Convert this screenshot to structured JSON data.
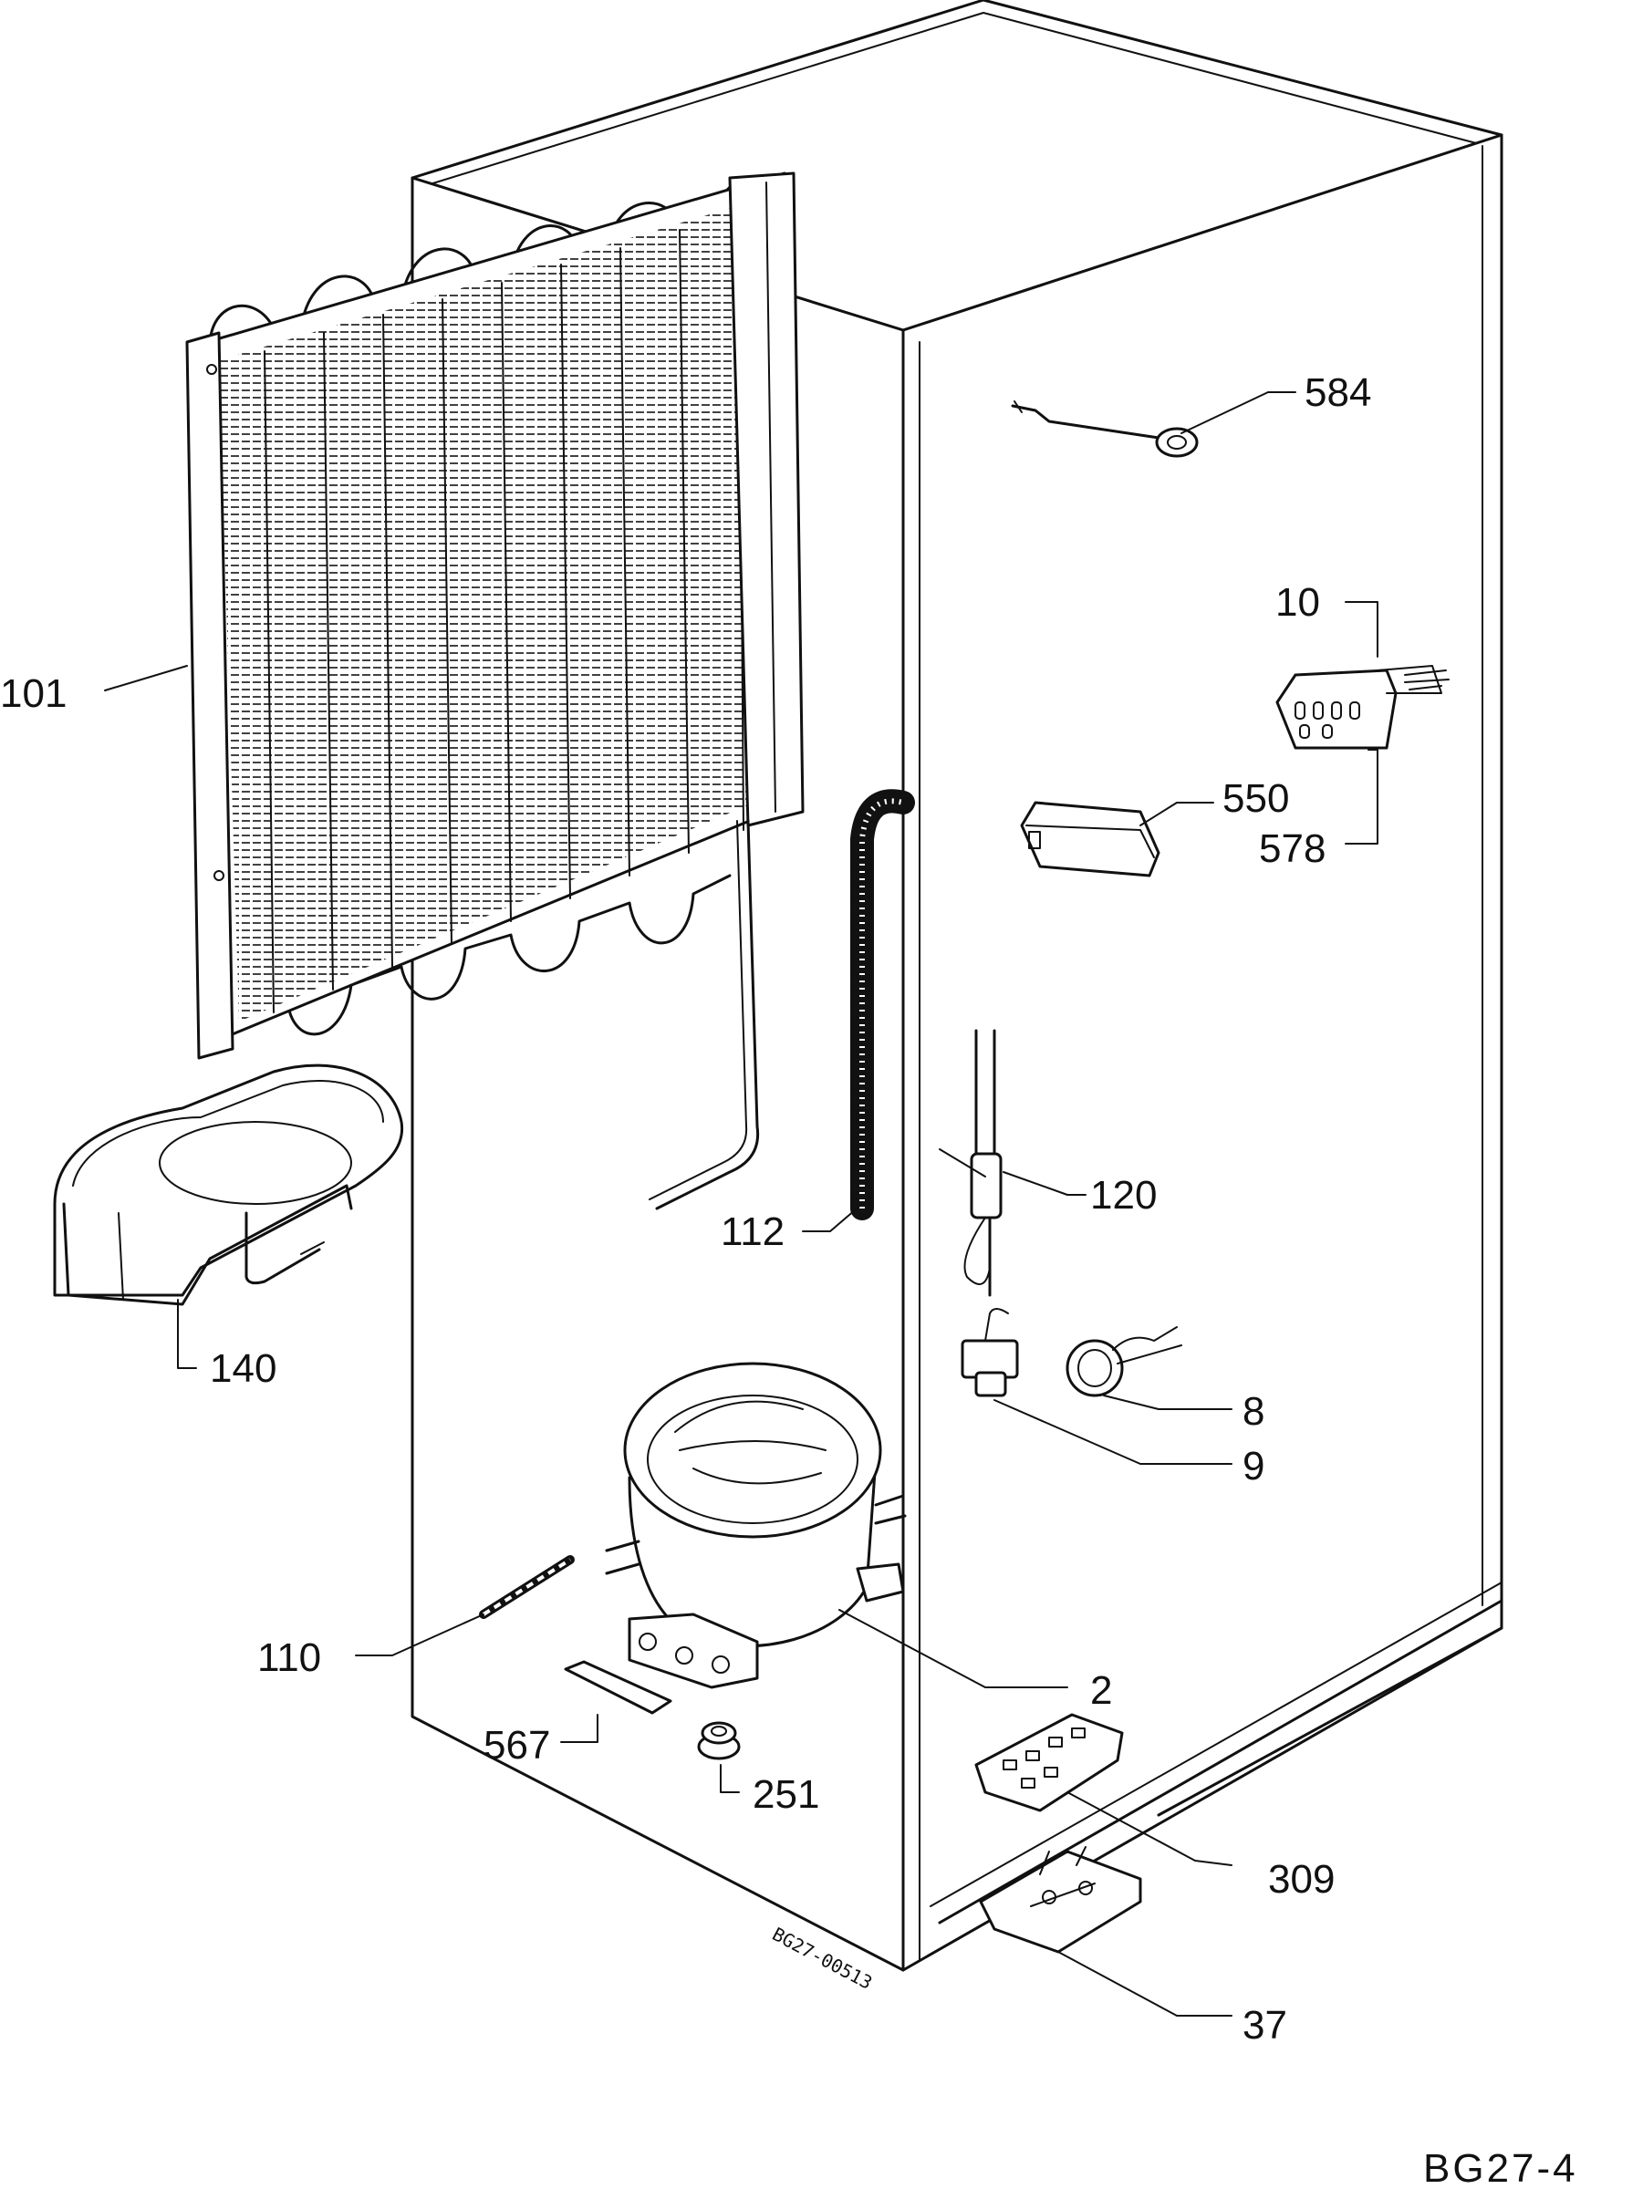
{
  "diagram": {
    "part_labels": {
      "p584": "584",
      "p10": "10",
      "p101": "101",
      "p550": "550",
      "p578": "578",
      "p120": "120",
      "p112": "112",
      "p140": "140",
      "p8": "8",
      "p9": "9",
      "p110": "110",
      "p2": "2",
      "p567": "567",
      "p251": "251",
      "p309": "309",
      "p37": "37"
    },
    "drawing_code": "BG27-00513",
    "sheet_reference": "BG27-4"
  }
}
